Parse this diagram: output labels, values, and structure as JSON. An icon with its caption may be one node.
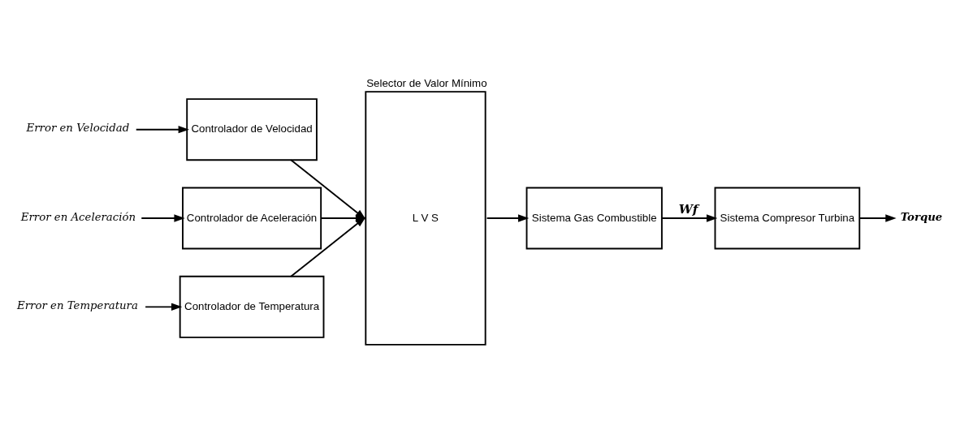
{
  "diagram": {
    "nodes": [
      {
        "text": [
          "Error en Velocidad"
        ]
      },
      {
        "text": [
          "Error en Aceleración"
        ]
      },
      {
        "text": [
          "Error en Temperatura"
        ]
      },
      {
        "text": [
          "Controlador de Velocidad"
        ]
      },
      {
        "text": [
          "Controlador de Aceleración"
        ]
      },
      {
        "text": [
          "Controlador de Temperatura"
        ]
      },
      {
        "text": [
          "Selector de Valor Mínimo",
          "L V S"
        ]
      },
      {
        "text": [
          "Sistema Gas Combustible"
        ]
      },
      {
        "text": [
          "Sistema Compresor Turbina"
        ]
      },
      {
        "text": [
          "Torque"
        ]
      }
    ],
    "edges": [
      {
        "from": 0,
        "to": 3,
        "arrow": "to"
      },
      {
        "from": 1,
        "to": 4,
        "arrow": "to"
      },
      {
        "from": 2,
        "to": 5,
        "arrow": "to"
      },
      {
        "from": 3,
        "to": 6,
        "arrow": "to"
      },
      {
        "from": 4,
        "to": 6,
        "arrow": "to"
      },
      {
        "from": 5,
        "to": 6,
        "arrow": "to"
      },
      {
        "from": 6,
        "to": 7,
        "arrow": "to"
      },
      {
        "from": 7,
        "to": 8,
        "label": "Wf",
        "arrow": "to"
      },
      {
        "from": 8,
        "to": 9,
        "arrow": "to"
      }
    ]
  }
}
